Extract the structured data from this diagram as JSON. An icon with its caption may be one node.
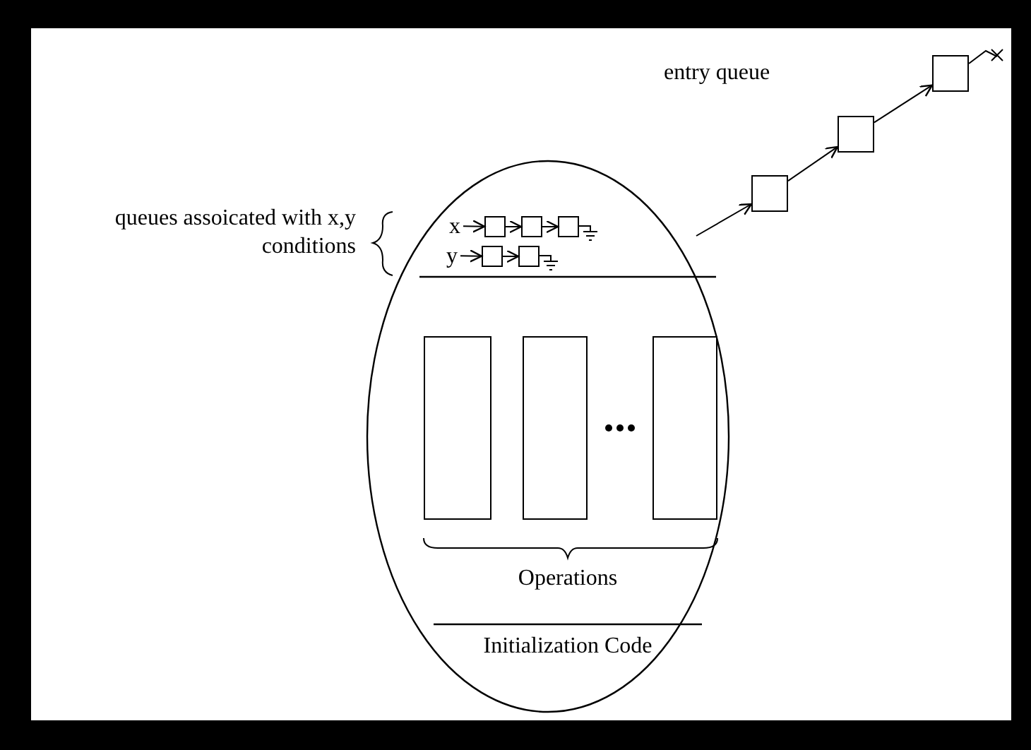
{
  "diagram": {
    "nodes": [
      {
        "text": [],
        "shape": "ellipse"
      },
      {
        "text": [],
        "shape": "box"
      },
      {
        "text": [],
        "shape": "box"
      },
      {
        "text": [],
        "shape": "box"
      },
      {
        "text": [
          "x"
        ],
        "in": 0
      },
      {
        "text": [],
        "shape": "box",
        "in": 0
      },
      {
        "text": [],
        "shape": "box",
        "in": 0
      },
      {
        "text": [],
        "shape": "box",
        "in": 0
      },
      {
        "text": [
          "y"
        ],
        "in": 0
      },
      {
        "text": [],
        "shape": "box",
        "in": 0
      },
      {
        "text": [],
        "shape": "box",
        "in": 0
      },
      {
        "text": [],
        "shape": "box",
        "in": 0
      },
      {
        "text": [],
        "shape": "box",
        "in": 0
      },
      {
        "text": [],
        "shape": "box",
        "in": 0
      }
    ],
    "edges": [
      {
        "from": 0,
        "to": 1,
        "arrow": "to"
      },
      {
        "from": 1,
        "to": 2,
        "arrow": "to"
      },
      {
        "from": 2,
        "to": 3,
        "arrow": "to"
      },
      {
        "from": 4,
        "to": 5,
        "arrow": "to"
      },
      {
        "from": 5,
        "to": 6,
        "arrow": "to"
      },
      {
        "from": 6,
        "to": 7,
        "arrow": "to"
      },
      {
        "from": 8,
        "to": 9,
        "arrow": "to"
      },
      {
        "from": 9,
        "to": 10,
        "arrow": "to"
      }
    ],
    "labels": [
      "entry queue",
      "queues assoicated with x,y conditions",
      "Operations",
      "Initialization Code"
    ]
  }
}
